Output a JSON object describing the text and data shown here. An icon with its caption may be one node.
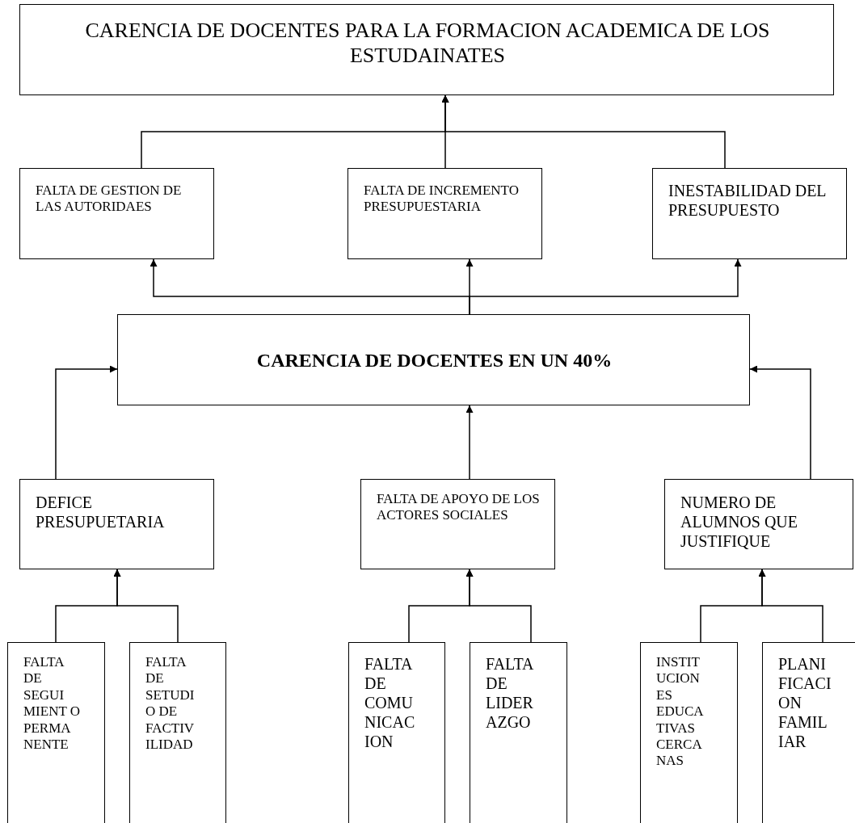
{
  "diagram": {
    "nodes": [
      {
        "text": [
          "CARENCIA DE DOCENTES  PARA LA FORMACION ACADEMICA DE LOS ESTUDAINATES"
        ]
      },
      {
        "text": [
          "FALTA DE GESTION DE LAS AUTORIDAES"
        ]
      },
      {
        "text": [
          "FALTA DE INCREMENTO PRESUPUESTARIA"
        ]
      },
      {
        "text": [
          "INESTABILIDAD DEL PRESUPUESTO"
        ]
      },
      {
        "text": [
          "CARENCIA DE DOCENTES EN UN 40%"
        ]
      },
      {
        "text": [
          "DEFICE PRESUPUETARIA"
        ]
      },
      {
        "text": [
          "FALTA DE APOYO DE LOS ACTORES SOCIALES"
        ]
      },
      {
        "text": [
          "NUMERO DE ALUMNOS QUE JUSTIFIQUE"
        ]
      },
      {
        "text": [
          "FALTA DE SEGUI MIENT O PERMA NENTE"
        ]
      },
      {
        "text": [
          "FALTA DE SETUDI O DE FACTIV ILIDAD"
        ]
      },
      {
        "text": [
          "FALTA DE COMU NICAC ION"
        ]
      },
      {
        "text": [
          "FALTA DE LIDER AZGO"
        ]
      },
      {
        "text": [
          "INSTIT UCION ES EDUCA TIVAS CERCA NAS"
        ]
      },
      {
        "text": [
          "PLANI FICACI ON FAMIL IAR"
        ]
      }
    ],
    "edges": [
      {
        "from": 1,
        "to": 0,
        "arrow": "to"
      },
      {
        "from": 2,
        "to": 0,
        "arrow": "to"
      },
      {
        "from": 3,
        "to": 0,
        "arrow": "to"
      },
      {
        "from": 4,
        "to": 1,
        "arrow": "to"
      },
      {
        "from": 4,
        "to": 2,
        "arrow": "to"
      },
      {
        "from": 4,
        "to": 3,
        "arrow": "to"
      },
      {
        "from": 5,
        "to": 4,
        "arrow": "to"
      },
      {
        "from": 6,
        "to": 4,
        "arrow": "to"
      },
      {
        "from": 7,
        "to": 4,
        "arrow": "to"
      },
      {
        "from": 8,
        "to": 5,
        "arrow": "to"
      },
      {
        "from": 9,
        "to": 5,
        "arrow": "to"
      },
      {
        "from": 10,
        "to": 6,
        "arrow": "to"
      },
      {
        "from": 11,
        "to": 6,
        "arrow": "to"
      },
      {
        "from": 12,
        "to": 7,
        "arrow": "to"
      },
      {
        "from": 13,
        "to": 7,
        "arrow": "to"
      }
    ]
  }
}
